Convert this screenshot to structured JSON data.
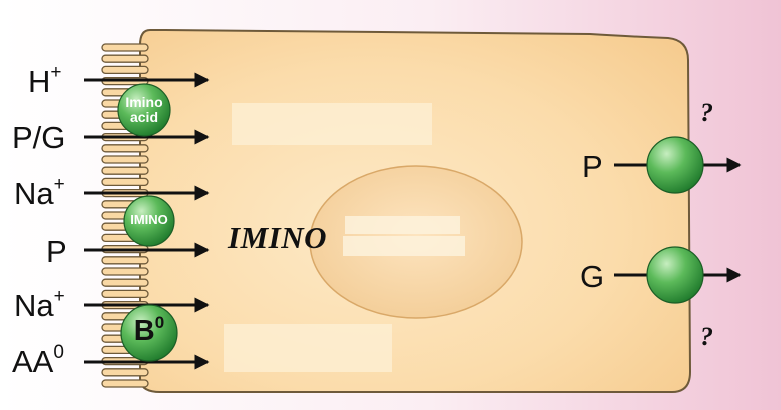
{
  "apical_labels": [
    {
      "text": "H",
      "sup": "+"
    },
    {
      "text": "P/G",
      "sup": ""
    },
    {
      "text": "Na",
      "sup": "+"
    },
    {
      "text": "P",
      "sup": ""
    },
    {
      "text": "Na",
      "sup": "+"
    },
    {
      "text": "AA",
      "sup": "0"
    }
  ],
  "transporters": {
    "imino_acid_line1": "Imino",
    "imino_acid_line2": "acid",
    "imino_small": "IMINO",
    "b0_main": "B",
    "b0_sup": "0"
  },
  "cell_label": "IMINO",
  "basolateral": {
    "p_label": "P",
    "g_label": "G",
    "question_top": "?",
    "question_bottom": "?"
  },
  "colors": {
    "cell_fill": "#fbe2b2",
    "cell_outline": "#6e5a3a",
    "transporter_green": "#2f9a3f",
    "background_pink": "#f2c8d8"
  }
}
